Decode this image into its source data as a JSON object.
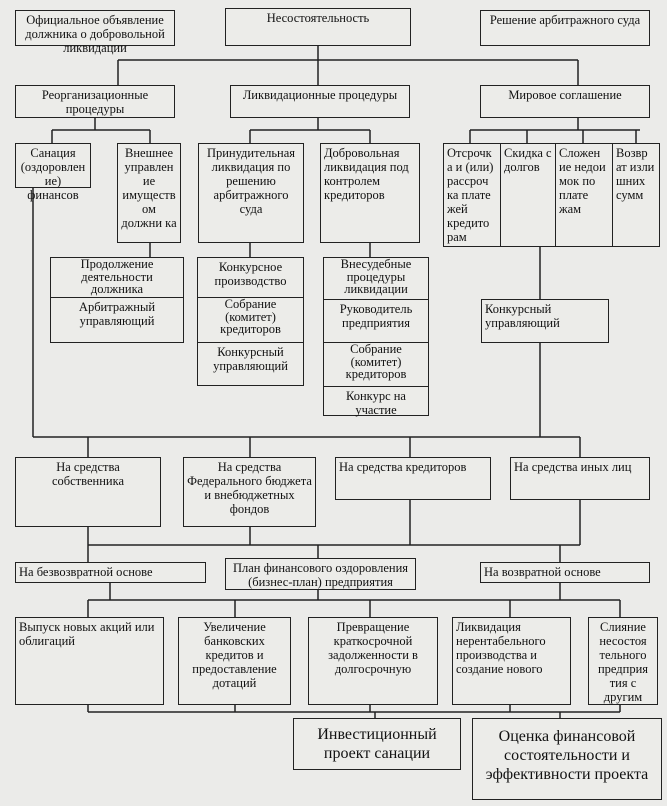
{
  "top": {
    "announcement": "Официальное объявление должника о добровольной ликвидации",
    "insolvency": "Несостоятельность",
    "court_decision": "Решение арбитражного суда"
  },
  "procedures": {
    "reorg": "Реорганизационные процедуры",
    "liquidation": "Ликвидационные процедуры",
    "settlement": "Мировое соглашение"
  },
  "level3": {
    "sanation": "Санация (оздоровлен ие) финансов",
    "external": "Внешнее управлен ие имуществ ом должни ка",
    "forced": "Принудительная ликвидация по решению арбитражного суда",
    "voluntary": "Добровольная ликвидация под контролем кредиторов",
    "deferral": "Отсрочк а и (или) рассроч ка плате жей кредито рам",
    "discount": "Скидка с долгов",
    "addition": "Сложен ие недои мок по плате жам",
    "refund": "Возвр ат изли шних сумм"
  },
  "level4": {
    "continuation": "Продолжение деятельности должника",
    "arbitration_manager": "Арбитражный управляющий",
    "bankruptcy_proceedings": "Конкурсное производство",
    "creditors_meeting_1": "Собрание (комитет) кредиторов",
    "bankruptcy_manager_1": "Конкурсный управляющий",
    "out_of_court": "Внесудебные процедуры ликвидации",
    "head": "Руководитель предприятия",
    "creditors_meeting_2": "Собрание (комитет) кредиторов",
    "tender": "Конкурс на участие",
    "bankruptcy_manager_2": "Конкурсный управляющий"
  },
  "funding": {
    "owner": "На средства собственника",
    "federal": "На средства Федерального бюджета и внебюджетных фондов",
    "creditors": "На средства кредиторов",
    "others": "На средства иных лиц"
  },
  "basis": {
    "grant": "На безвозвратной основе",
    "plan": "План финансового оздоровления (бизнес-план) предприятия",
    "repayable": "На возвратной основе"
  },
  "measures": {
    "shares": "Выпуск новых акций или облигаций",
    "credits": "Увеличение банковских кредитов и предоставление дотаций",
    "conversion": "Превращение краткосрочной задолженности в долгосрочную",
    "liquidate_new": "Ликвидация нерентабельного производства и создание нового",
    "merger": "Слияние несостоя тельного предприя тия с другим"
  },
  "result": {
    "project": "Инвестиционный проект санации",
    "evaluation": "Оценка финансовой состоятельности и эффективности проекта"
  }
}
